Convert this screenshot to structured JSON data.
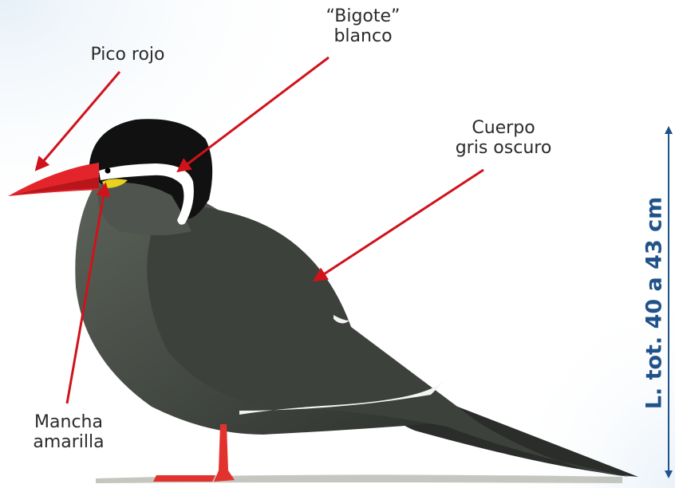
{
  "labels": {
    "pico": "Pico rojo",
    "bigote_line1": "“Bigote”",
    "bigote_line2": "blanco",
    "cuerpo_line1": "Cuerpo",
    "cuerpo_line2": "gris oscuro",
    "mancha_line1": "Mancha",
    "mancha_line2": "amarilla"
  },
  "length_label": "L. tot. 40 a 43 cm",
  "colors": {
    "arrow": "#d0121b",
    "measure": "#20528a",
    "label_text": "#2b2b2b",
    "body": "#4a5049",
    "head": "#111111",
    "beak": "#e3252b",
    "mustache": "#ffffff",
    "cheek_patch": "#e8d21e"
  }
}
